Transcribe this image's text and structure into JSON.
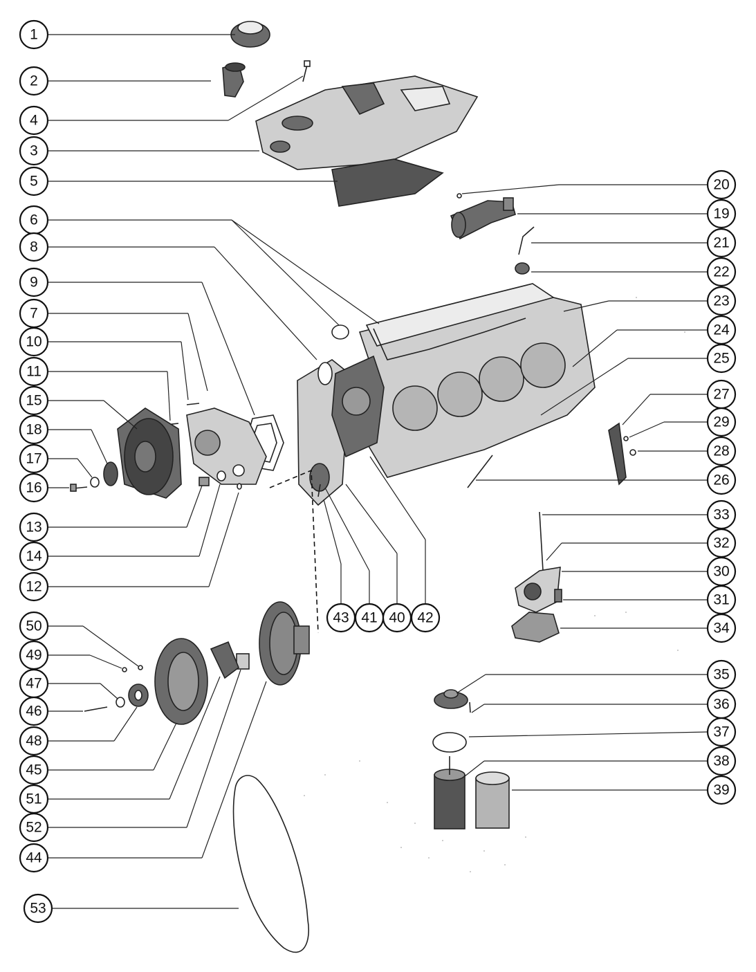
{
  "diagram": {
    "callouts": [
      "1",
      "2",
      "4",
      "3",
      "5",
      "6",
      "8",
      "9",
      "7",
      "10",
      "11",
      "15",
      "18",
      "17",
      "16",
      "13",
      "14",
      "12",
      "20",
      "19",
      "21",
      "22",
      "23",
      "24",
      "25",
      "27",
      "29",
      "28",
      "26",
      "33",
      "32",
      "30",
      "31",
      "34",
      "43",
      "41",
      "40",
      "42",
      "50",
      "49",
      "47",
      "46",
      "48",
      "45",
      "51",
      "52",
      "44",
      "53",
      "35",
      "36",
      "37",
      "38",
      "39"
    ]
  }
}
